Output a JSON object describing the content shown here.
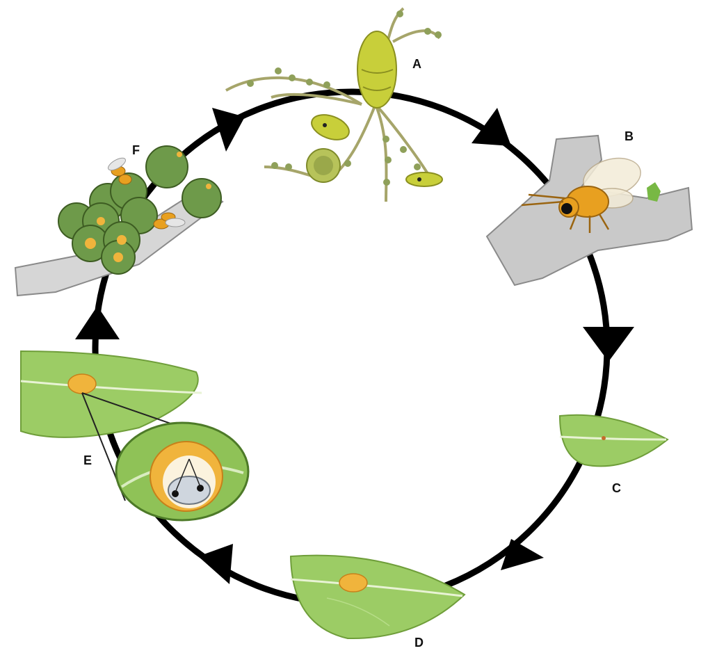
{
  "stages": [
    {
      "id": "A",
      "label": "A",
      "icon": "wasp-egg-gall-icon"
    },
    {
      "id": "B",
      "label": "B",
      "icon": "gall-wasp-adult-icon"
    },
    {
      "id": "C",
      "label": "C",
      "icon": "leaf-with-egg-icon"
    },
    {
      "id": "D",
      "label": "D",
      "icon": "leaf-with-young-gall-icon"
    },
    {
      "id": "E",
      "label": "E",
      "icon": "leaf-gall-cross-section-icon"
    },
    {
      "id": "F",
      "label": "F",
      "icon": "fruit-cluster-with-wasps-icon"
    }
  ],
  "cycle_direction": "clockwise",
  "colors": {
    "cycle_line": "#000000",
    "leaf": "#9ccc65",
    "leaf_dark": "#6f9e3a",
    "gall_orange": "#f0b43c",
    "fruit_green": "#6e9a4a",
    "branch_gray": "#c9c9c9",
    "wasp_body": "#e8a020",
    "egg_yellow": "#c8cf3a"
  }
}
